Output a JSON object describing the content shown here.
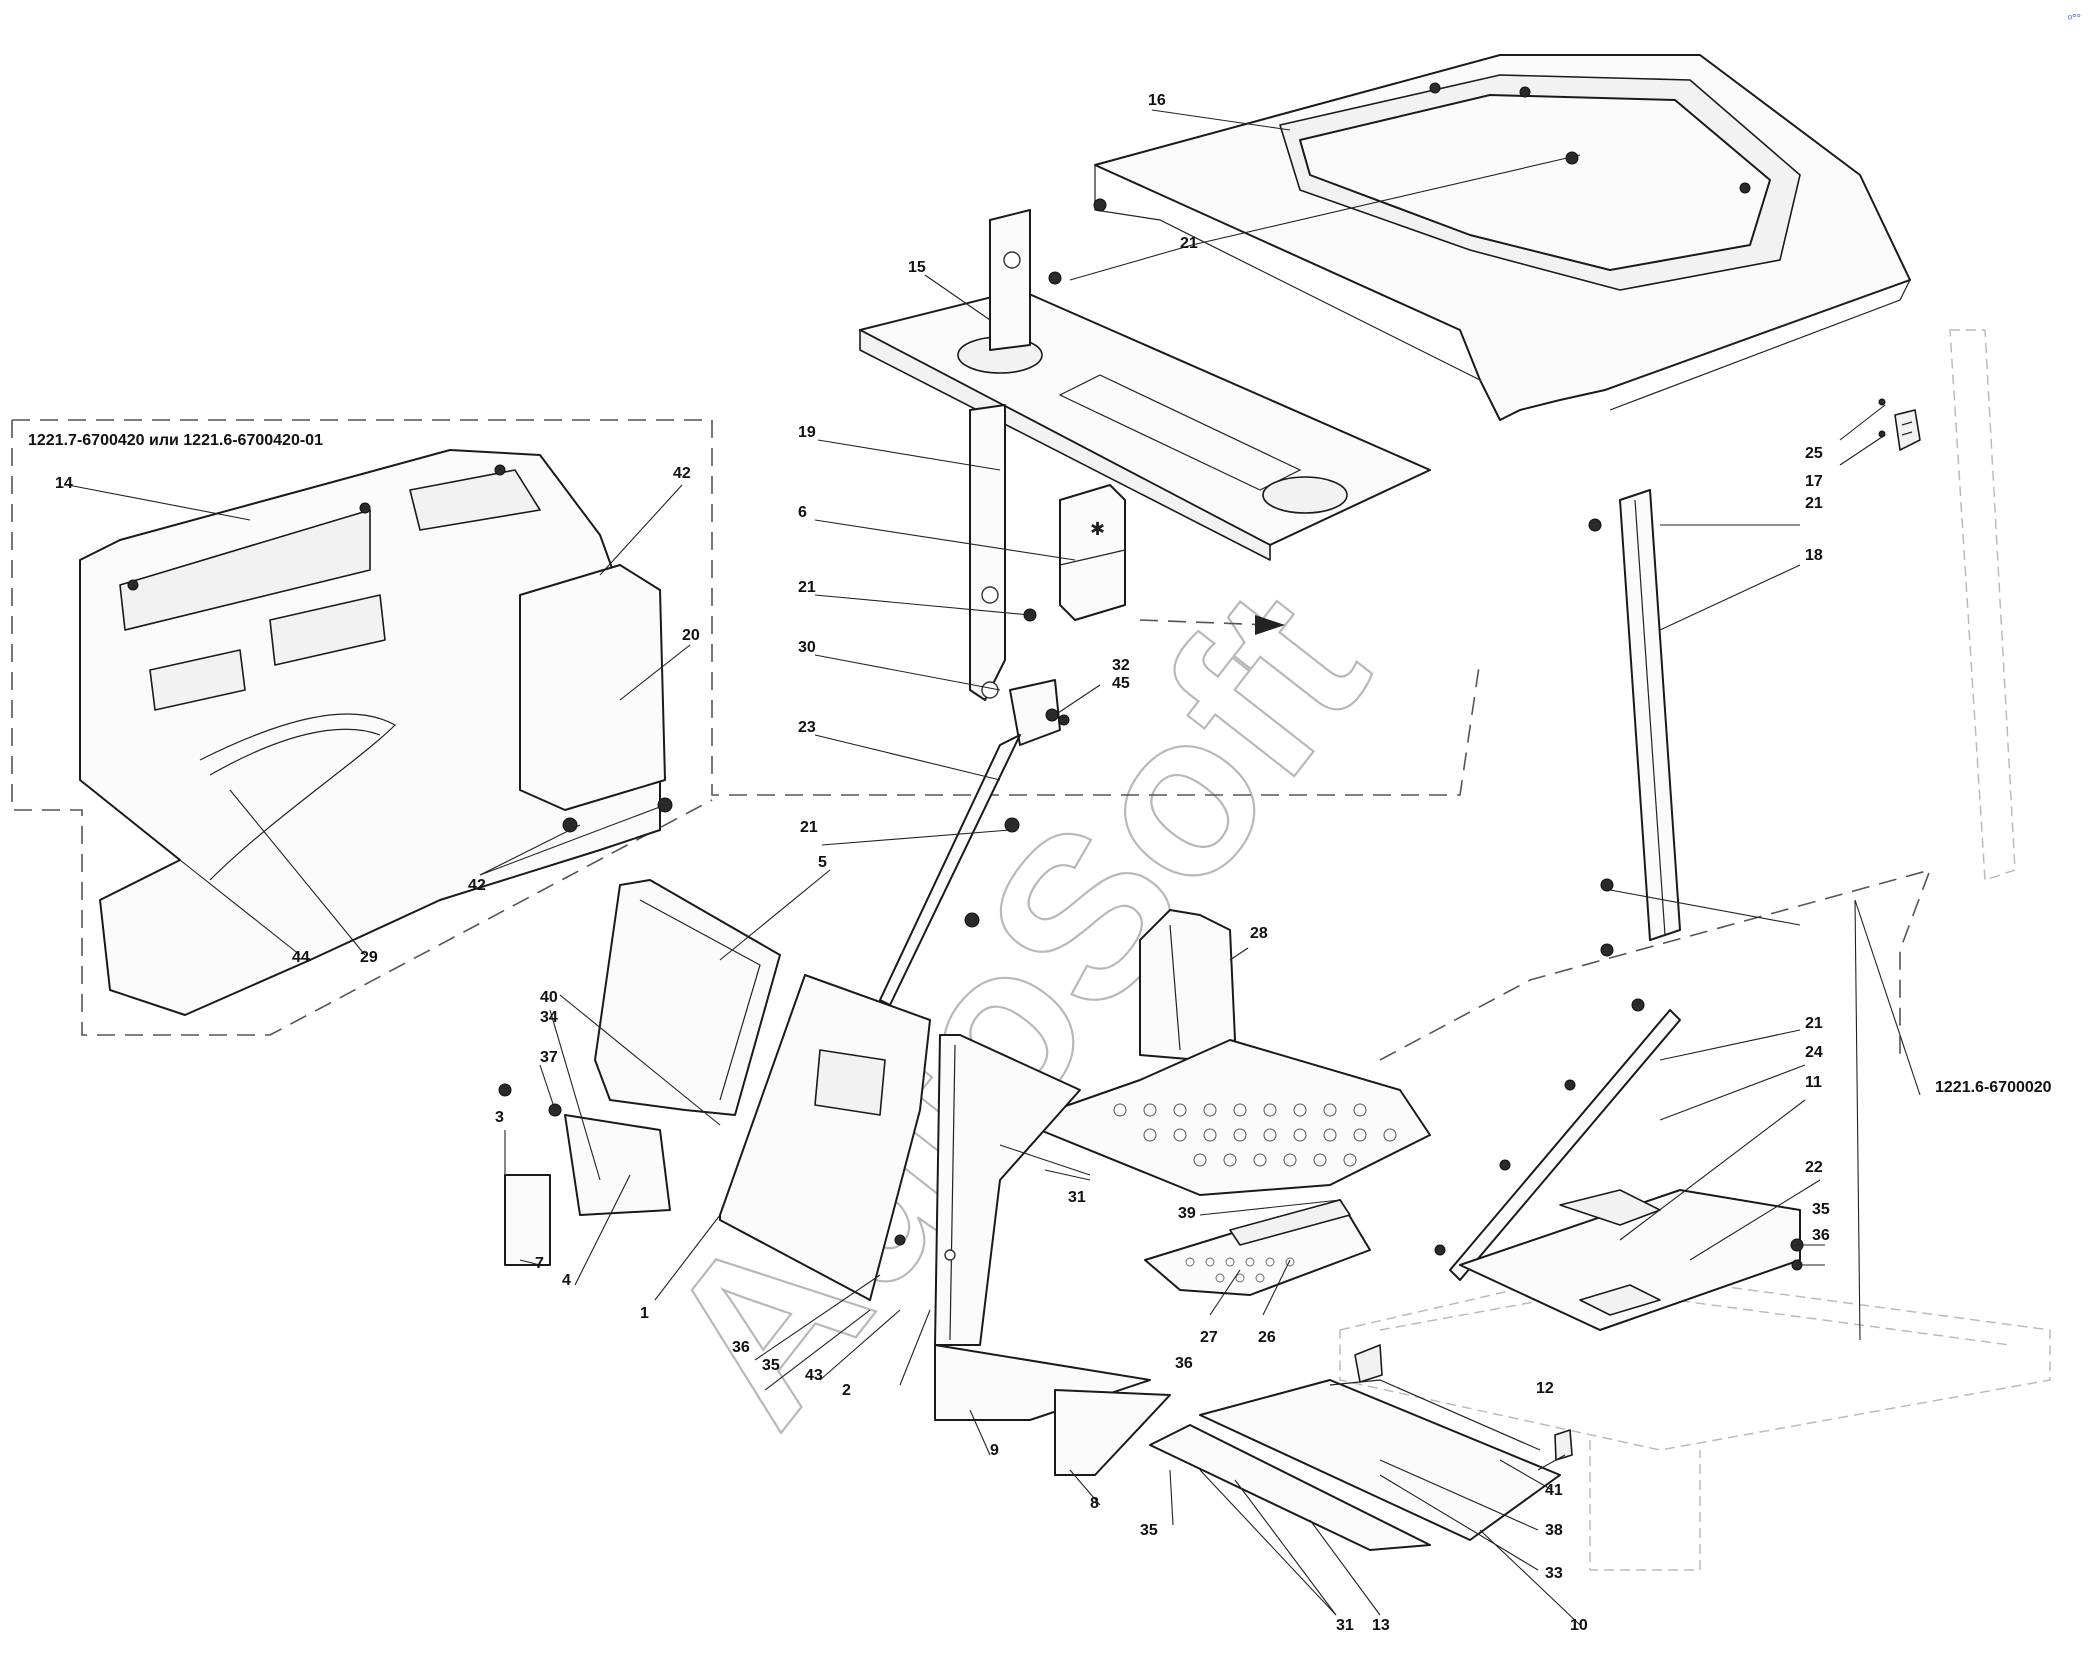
{
  "watermark": "AutoSoft",
  "dashed_group_labels": {
    "left": "1221.7-6700420 или 1221.6-6700420-01",
    "right": "1221.6-6700020"
  },
  "callouts": {
    "c1": "1",
    "c2": "2",
    "c3": "3",
    "c4": "4",
    "c5": "5",
    "c6": "6",
    "c7": "7",
    "c8": "8",
    "c9": "9",
    "c10": "10",
    "c11": "11",
    "c12": "12",
    "c13": "13",
    "c14": "14",
    "c15": "15",
    "c16": "16",
    "c17": "17",
    "c18": "18",
    "c19": "19",
    "c20": "20",
    "c22": "22",
    "c23": "23",
    "c24": "24",
    "c25": "25",
    "c26": "26",
    "c27": "27",
    "c28": "28",
    "c29": "29",
    "c30": "30",
    "c31": "31",
    "c32": "32",
    "c33": "33",
    "c34": "34",
    "c35": "35",
    "c36": "36",
    "c37": "37",
    "c38": "38",
    "c39": "39",
    "c40": "40",
    "c41": "41",
    "c42": "42",
    "c43": "43",
    "c44": "44",
    "c45": "45",
    "c21": "21"
  }
}
